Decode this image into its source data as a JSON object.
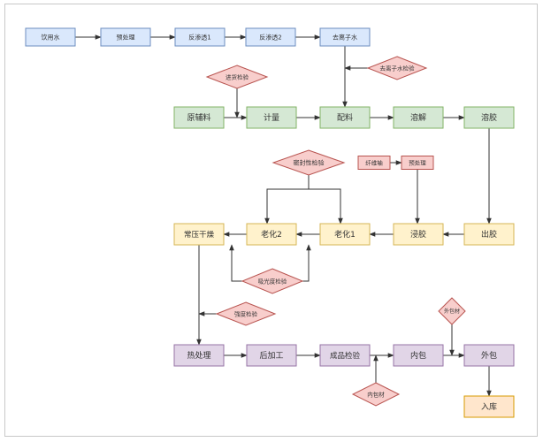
{
  "colors": {
    "blue_fill": "#dae8fc",
    "blue_stroke": "#6c8ebf",
    "green_fill": "#d5e8d4",
    "green_stroke": "#82b366",
    "yellow_fill": "#fff2cc",
    "yellow_stroke": "#d6b656",
    "purple_fill": "#e1d5e7",
    "purple_stroke": "#9673a6",
    "orange_fill": "#ffe6cc",
    "orange_stroke": "#d79b00",
    "red_fill": "#f8cecc",
    "red_stroke": "#b85450",
    "edge": "#333333"
  },
  "nodes": {
    "yinyongshui": "饮用水",
    "yuchuli_1": "预处理",
    "fanshentou_1": "反渗透1",
    "fanshentou_2": "反渗透2",
    "quliziishui": "去离子水",
    "quliziishui_check": "去离子水检验",
    "jinhuo_check": "进货检验",
    "yuanfuliao": "原辅料",
    "jiliang": "计量",
    "peiliao": "配料",
    "rongjie": "溶解",
    "rongjiao": "溶胶",
    "mifeng_check": "密封性检验",
    "xianweizhou": "纤维轴",
    "yuchuli_2": "预处理",
    "changya_ganzao": "常压干燥",
    "laohua_2": "老化2",
    "laohua_1": "老化1",
    "jinjiao": "浸胶",
    "chujiao": "出胶",
    "xiguangdu_check": "吸光度检验",
    "qiangdu_check": "强度检验",
    "waibaocai": "外包材",
    "rechuli": "热处理",
    "houjiagong": "后加工",
    "chengpin_check": "成品检验",
    "neibao": "内包",
    "waibao": "外包",
    "neibaocai": "内包材",
    "ruku": "入库"
  }
}
